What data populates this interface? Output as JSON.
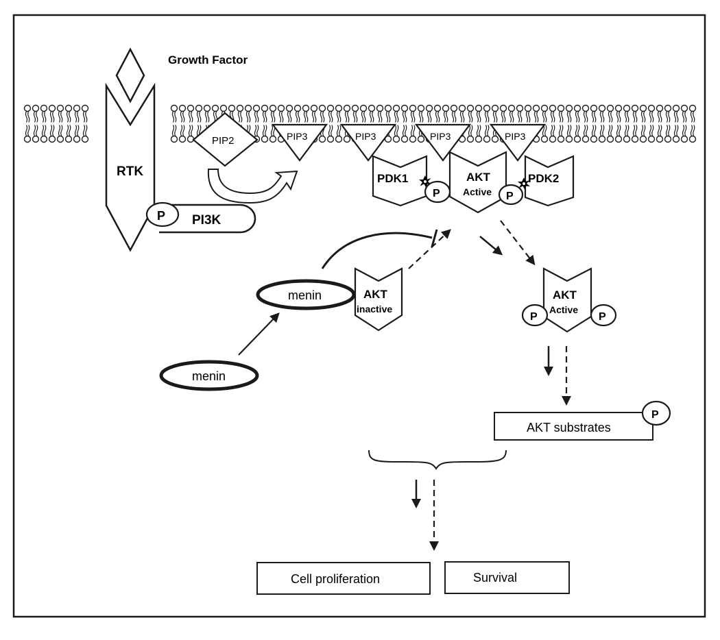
{
  "labels": {
    "growth_factor": "Growth Factor",
    "rtk": "RTK",
    "pi3k": "PI3K",
    "phospho": "P",
    "pip2": "PIP2",
    "pip3": "PIP3",
    "pdk1": "PDK1",
    "pdk2": "PDK2",
    "akt": "AKT",
    "active": "Active",
    "inactive": "inactive",
    "menin": "menin",
    "akt_substrates": "AKT substrates",
    "cell_proliferation": "Cell proliferation",
    "survival": "Survival"
  },
  "colors": {
    "stroke": "#1a1a1a",
    "background": "#ffffff"
  }
}
